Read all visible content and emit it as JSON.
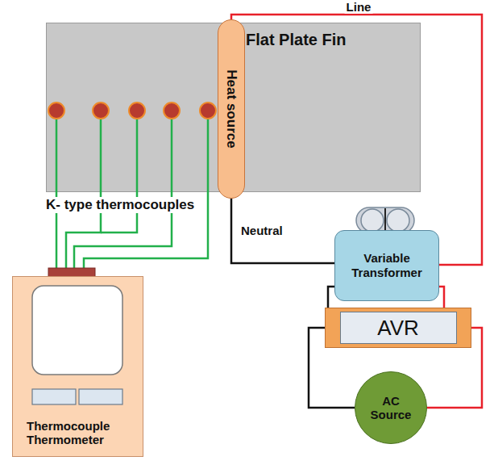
{
  "diagram": {
    "nodes": [
      {
        "text": [
          "Flat Plate Fin"
        ]
      },
      {
        "text": [
          "Heat source"
        ]
      },
      {
        "text": [
          "Variable Transformer"
        ]
      },
      {
        "text": [
          "Thermocouple Thermometer"
        ]
      },
      {
        "text": [
          "AVR"
        ]
      },
      {
        "text": [
          "AC Source"
        ]
      }
    ],
    "edges": [
      {
        "from": 1,
        "to": 2,
        "arrow": "none",
        "label": "Line"
      },
      {
        "from": 1,
        "to": 2,
        "arrow": "none",
        "label": "Neutral"
      },
      {
        "from": 2,
        "to": 4,
        "arrow": "none"
      },
      {
        "from": 2,
        "to": 4,
        "arrow": "none"
      },
      {
        "from": 4,
        "to": 5,
        "arrow": "none"
      },
      {
        "from": 4,
        "to": 5,
        "arrow": "none"
      }
    ],
    "labels": [
      "K- type thermocouples"
    ]
  }
}
